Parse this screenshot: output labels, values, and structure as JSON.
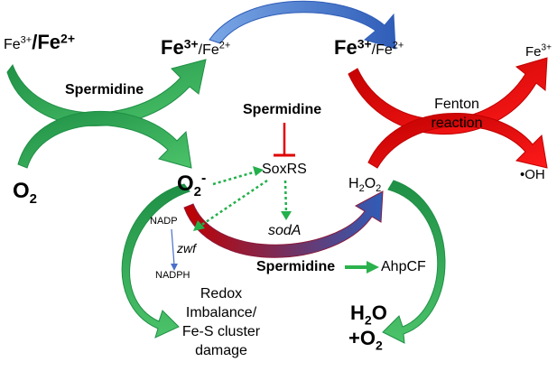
{
  "colors": {
    "green_dark": "#1e8f45",
    "green_light": "#4cc36a",
    "blue_dark": "#2f5db8",
    "blue_light": "#7aa7e6",
    "red_dark": "#c00000",
    "red_light": "#ff1a1a",
    "dotted_green": "#22b04b",
    "inhibit_red": "#e00000",
    "thin_blue": "#4a6fc9",
    "arrow_green": "#2bb24c"
  },
  "labels": {
    "fe_left_a": "Fe",
    "fe_left_a_sup": "3+",
    "fe_left_slash": "/",
    "fe_left_b": "Fe",
    "fe_left_b_sup": "2+",
    "fe_mid_a": "Fe",
    "fe_mid_a_sup": "3+",
    "fe_mid_slash": "/",
    "fe_mid_b": "Fe",
    "fe_mid_b_sup": "2+",
    "fe_right_a": "Fe",
    "fe_right_a_sup": "3+",
    "fe_right_slash": "/",
    "fe_right_b": "Fe",
    "fe_right_b_sup": "2+",
    "fe_out": "Fe",
    "fe_out_sup": "3+",
    "spermidine_left": "Spermidine",
    "spermidine_top": "Spermidine",
    "spermidine_bottom": "Spermidine",
    "fenton_1": "Fenton",
    "fenton_2": "reaction",
    "o2_main": "O",
    "o2_main_sub": "2",
    "superoxide": "O",
    "superoxide_sub": "2",
    "superoxide_sup": "-",
    "soxrs": "SoxRS",
    "h2o2_h": "H",
    "h2o2_sub1": "2",
    "h2o2_o": "O",
    "h2o2_sub2": "2",
    "oh_radical": "•OH",
    "soda": "sodA",
    "nadp": "NADP",
    "zwf": "zwf",
    "nadph": "NADPH",
    "ahpcf": "AhpCF",
    "redox_1": "Redox",
    "redox_2": "Imbalance/",
    "redox_3": "Fe-S cluster",
    "redox_4": "damage",
    "h2o_h": "H",
    "h2o_sub": "2",
    "h2o_o": "O",
    "o2_out_plus": "+O",
    "o2_out_sub": "2"
  }
}
